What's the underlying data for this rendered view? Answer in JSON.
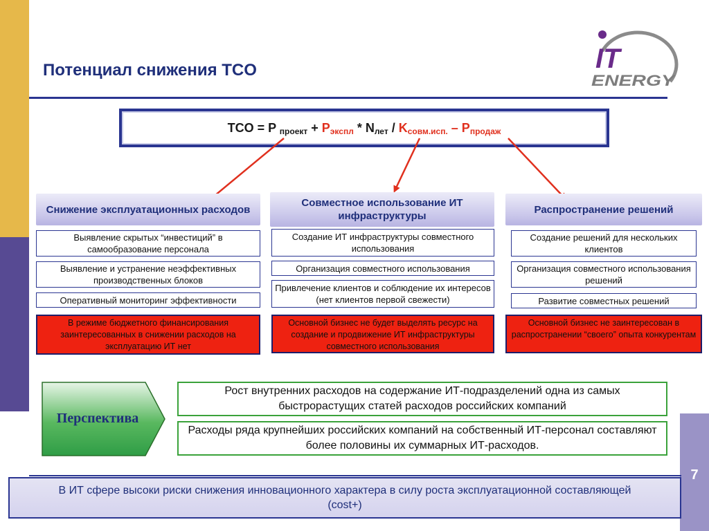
{
  "slide": {
    "title": "Потенциал снижения TCO",
    "number": "7",
    "logo_text": {
      "top": "IT",
      "bottom": "ENERGY"
    }
  },
  "formula": {
    "p1": "TCO = P ",
    "p1_sub": "проект",
    "p2": " + ",
    "p3": "P",
    "p3_sub": "экспл",
    "p4": " * N",
    "p4_sub": "лет",
    "p5": " / ",
    "p6": "K",
    "p6_sub": "совм.исп.",
    "p7": " – P",
    "p7_sub": "продаж"
  },
  "columns": [
    {
      "header": "Снижение эксплуатационных расходов",
      "items": [
        "Выявление скрытых “инвестиций” в самообразование персонала",
        "Выявление и устранение неэффективных производственных блоков",
        "Оперативный мониторинг эффективности"
      ],
      "risk": "В режиме бюджетного финансирования заинтересованных в снижении расходов на эксплуатацию ИТ нет"
    },
    {
      "header": "Совместное использование ИТ инфраструктуры",
      "items": [
        "Создание ИТ инфраструктуры совместного использования",
        "Организация совместного использования",
        "Привлечение клиентов и соблюдение их интересов (нет клиентов первой свежести)"
      ],
      "risk": "Основной бизнес не будет выделять ресурс на создание и продвижение ИТ инфраструктуры совместного использования"
    },
    {
      "header": "Распространение решений",
      "items": [
        "Создание решений для нескольких клиентов",
        "Организация совместного использования решений",
        "Развитие совместных решений"
      ],
      "risk": "Основной бизнес не заинтересован в распространении “своего” опыта конкурентам"
    }
  ],
  "perspective": {
    "label": "Перспектива",
    "items": [
      "Рост внутренних расходов на содержание ИТ-подразделений одна из самых быстрорастущих статей расходов российских компаний",
      "Расходы ряда крупнейших российских компаний на собственный ИТ-персонал составляют более половины их суммарных ИТ-расходов."
    ]
  },
  "conclusion": "В ИТ сфере высоки риски снижения инновационного характера в силу роста эксплуатационной составляющей (cost+)",
  "colors": {
    "accent": "#2a3591",
    "risk_fill": "#ee2211",
    "arrow": "#e0301e",
    "perspective_fill": "#2f9d46",
    "gold": "#e6b84a",
    "purple": "#574a93"
  }
}
